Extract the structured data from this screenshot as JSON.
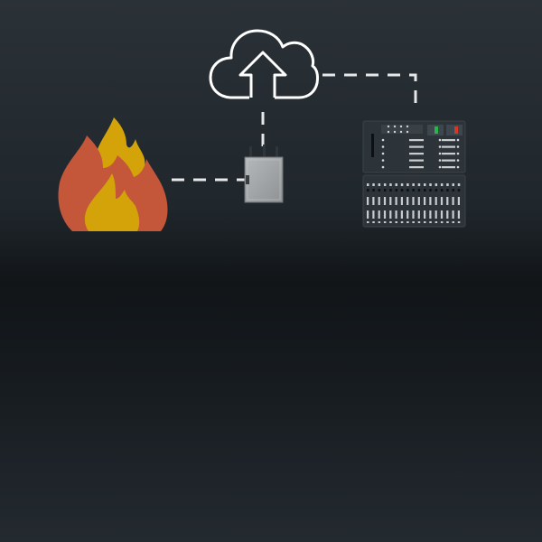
{
  "diagram": {
    "nodes": [
      {
        "id": "cloud",
        "icon": "cloud-upload-icon"
      },
      {
        "id": "fire",
        "icon": "fire-icon"
      },
      {
        "id": "router",
        "icon": "router-box-icon"
      },
      {
        "id": "rack",
        "icon": "server-rack-icon"
      }
    ],
    "links": [
      {
        "from": "cloud",
        "to": "router",
        "style": "dashed"
      },
      {
        "from": "cloud",
        "to": "rack",
        "style": "dashed"
      },
      {
        "from": "fire",
        "to": "router",
        "style": "dashed"
      }
    ]
  },
  "colors": {
    "background_top": "#2a3137",
    "background_mid": "#111518",
    "connector": "#e6e8ea",
    "flame_outer": "#c4563a",
    "flame_inner": "#d3a309",
    "device_gray": "#a8abad",
    "rack_body": "#2d3439",
    "rack_green": "#2bb34b",
    "rack_red": "#d13a2a"
  }
}
